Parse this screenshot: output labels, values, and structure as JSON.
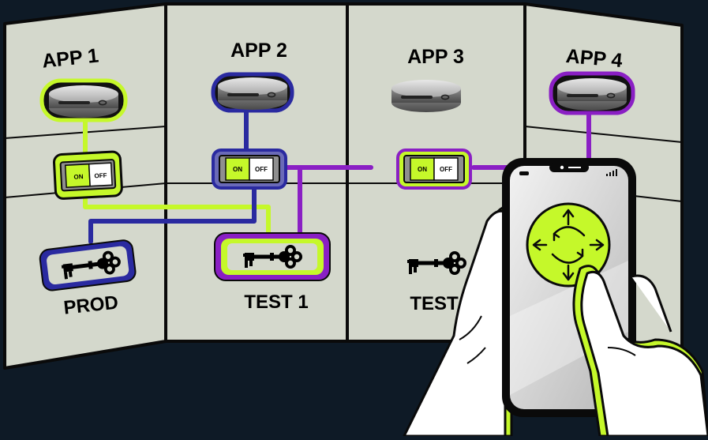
{
  "colors": {
    "background": "#0e1a26",
    "wall": "#d4d8cc",
    "wall_line": "#0a0a0a",
    "lime": "#c5f82a",
    "blue": "#2a2aa0",
    "purple": "#8a1fc4"
  },
  "apps": [
    {
      "label": "APP 1",
      "ring_color": "lime",
      "icon": "server-puck-icon"
    },
    {
      "label": "APP 2",
      "ring_color": "blue",
      "icon": "server-puck-icon"
    },
    {
      "label": "APP 3",
      "ring_color": "none",
      "icon": "server-puck-icon"
    },
    {
      "label": "APP 4",
      "ring_color": "purple",
      "icon": "server-puck-icon"
    }
  ],
  "switches": [
    {
      "on_label": "ON",
      "off_label": "OFF",
      "state": "on"
    },
    {
      "on_label": "ON",
      "off_label": "OFF",
      "state": "on"
    },
    {
      "on_label": "ON",
      "off_label": "OFF",
      "state": "on"
    }
  ],
  "keys": [
    {
      "label": "PROD",
      "frame_color": "blue",
      "icon": "key-icon"
    },
    {
      "label": "TEST 1",
      "frame_color": "lime",
      "icon": "key-icon"
    },
    {
      "label": "TEST 2",
      "frame_color": "none",
      "icon": "key-icon"
    }
  ],
  "phone": {
    "icon": "rotate-arrows-icon",
    "status_icons": [
      "camera-icon",
      "signal-icon"
    ]
  }
}
